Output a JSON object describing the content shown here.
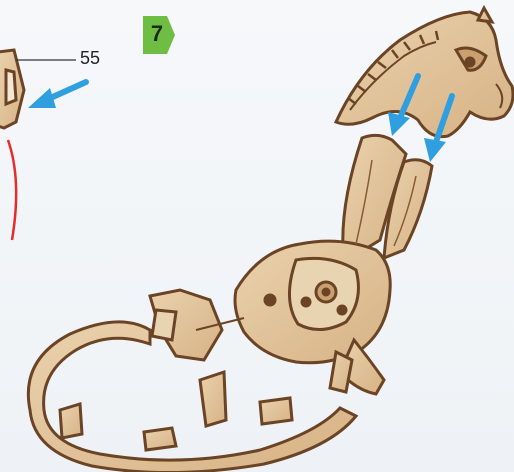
{
  "step": {
    "number": "7",
    "badge_color": "#6fbe44"
  },
  "callout": {
    "part_number": "55"
  },
  "colors": {
    "wood": "#e2c39a",
    "wood_edge": "#6b4426",
    "arrow": "#2f9fe0",
    "highlight": "#e52b2b"
  },
  "illustration": {
    "subject": "wooden-horse-model-assembly",
    "arrows": 3
  }
}
